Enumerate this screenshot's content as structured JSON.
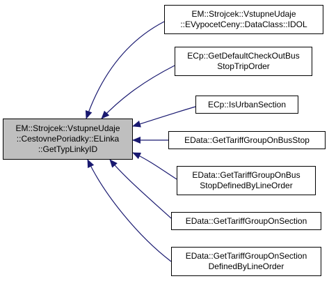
{
  "diagram": {
    "colors": {
      "edge": "#191970",
      "focus_fill": "#bfbfbf",
      "node_fill": "#ffffff",
      "border": "#000000"
    },
    "focus_node": {
      "lines": [
        "EM::Strojcek::VstupneUdaje",
        "::CestovnePoriadky::ELinka",
        "::GetTypLinkyID"
      ]
    },
    "callers": [
      {
        "lines": [
          "EM::Strojcek::VstupneUdaje",
          "::EVypocetCeny::DataClass::IDOL"
        ]
      },
      {
        "lines": [
          "ECp::GetDefaultCheckOutBus",
          "StopTripOrder"
        ]
      },
      {
        "lines": [
          "ECp::IsUrbanSection"
        ]
      },
      {
        "lines": [
          "EData::GetTariffGroupOnBusStop"
        ]
      },
      {
        "lines": [
          "EData::GetTariffGroupOnBus",
          "StopDefinedByLineOrder"
        ]
      },
      {
        "lines": [
          "EData::GetTariffGroupOnSection"
        ]
      },
      {
        "lines": [
          "EData::GetTariffGroupOnSection",
          "DefinedByLineOrder"
        ]
      }
    ]
  }
}
